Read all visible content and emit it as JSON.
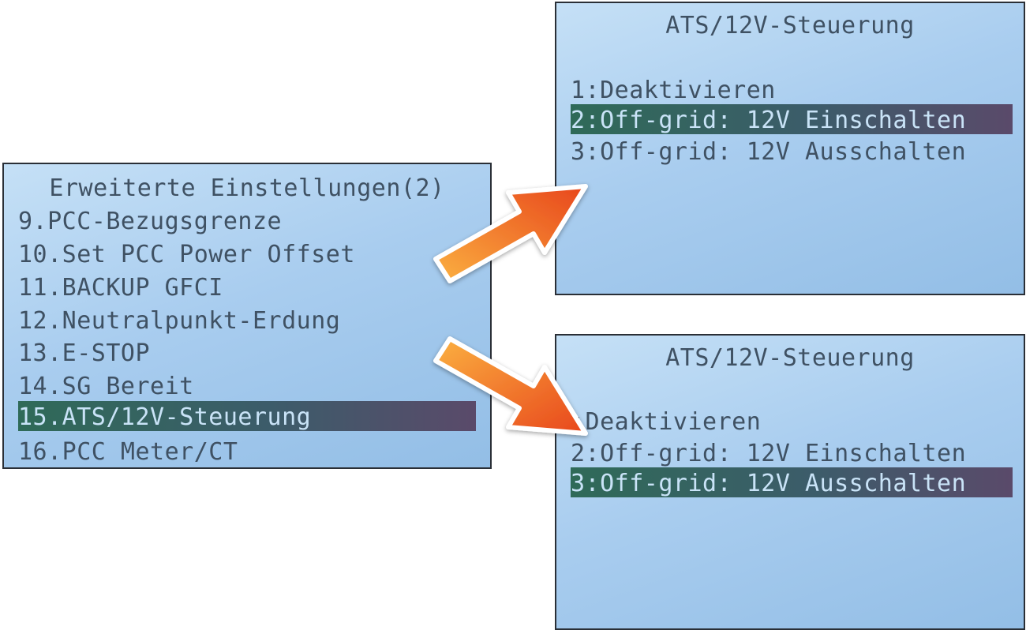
{
  "main_menu": {
    "title": "Erweiterte Einstellungen(2)",
    "items": [
      {
        "label": "9.PCC-Bezugsgrenze"
      },
      {
        "label": "10.Set PCC Power Offset"
      },
      {
        "label": "11.BACKUP GFCI"
      },
      {
        "label": "12.Neutralpunkt-Erdung"
      },
      {
        "label": "13.E-STOP"
      },
      {
        "label": "14.SG Bereit"
      },
      {
        "label": "15.ATS/12V-Steuerung"
      },
      {
        "label": "16.PCC Meter/CT"
      }
    ],
    "selected_index": 6
  },
  "submenu_top": {
    "title": "ATS/12V-Steuerung",
    "items": [
      {
        "label": "1:Deaktivieren"
      },
      {
        "label": "2:Off-grid: 12V Einschalten"
      },
      {
        "label": "3:Off-grid: 12V Ausschalten"
      }
    ],
    "selected_index": 1
  },
  "submenu_bottom": {
    "title": "ATS/12V-Steuerung",
    "items": [
      {
        "label": ":Deaktivieren"
      },
      {
        "label": "2:Off-grid: 12V Einschalten"
      },
      {
        "label": "3:Off-grid: 12V Ausschalten"
      }
    ],
    "selected_index": 2
  },
  "colors": {
    "lcd_background": "#a9cdef",
    "lcd_text": "#3f5163",
    "selection_bar": "#2f6a58",
    "arrow_light": "#fbb040",
    "arrow_dark": "#e8461c"
  },
  "icons": [
    "arrow-right-up-icon",
    "arrow-right-down-icon"
  ]
}
